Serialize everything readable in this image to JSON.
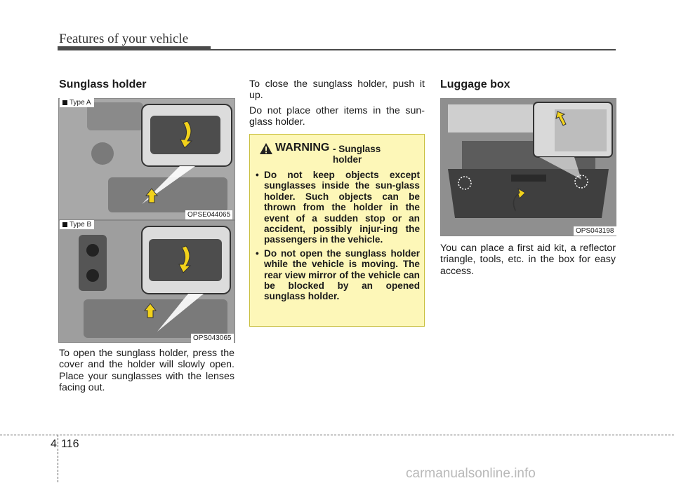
{
  "header": {
    "title": "Features of your vehicle"
  },
  "sunglass": {
    "heading": "Sunglass holder",
    "type_a_label": "Type A",
    "type_a_code": "OPSE044065",
    "type_b_label": "Type B",
    "type_b_code": "OPS043065",
    "open_text": "To open the sunglass holder, press the cover and the holder will slowly open. Place your sunglasses with the lenses facing out.",
    "close_text": "To close the sunglass holder, push it up.",
    "no_items_text": "Do not place other items in the sun-glass holder."
  },
  "warning": {
    "title": "WARNING",
    "subtitle": "- Sunglass holder",
    "items": [
      "Do not keep objects except sunglasses inside the sun-glass holder. Such objects can be thrown from the holder in the event of a sudden stop or an accident, possibly injur-ing the passengers in the vehicle.",
      "Do not open the sunglass holder while the vehicle is moving. The rear view mirror of the vehicle can be blocked by an opened sunglass holder."
    ],
    "bullet": "•"
  },
  "luggage": {
    "heading": "Luggage box",
    "image_code": "OPS043198",
    "text": "You can place a first aid kit, a reflector triangle, tools, etc. in the box for easy access."
  },
  "footer": {
    "chapter": "4",
    "page": "116"
  },
  "watermark": "carmanualsonline.info",
  "colors": {
    "warning_bg": "#fdf7b8",
    "arrow_yellow": "#f2d21b"
  }
}
